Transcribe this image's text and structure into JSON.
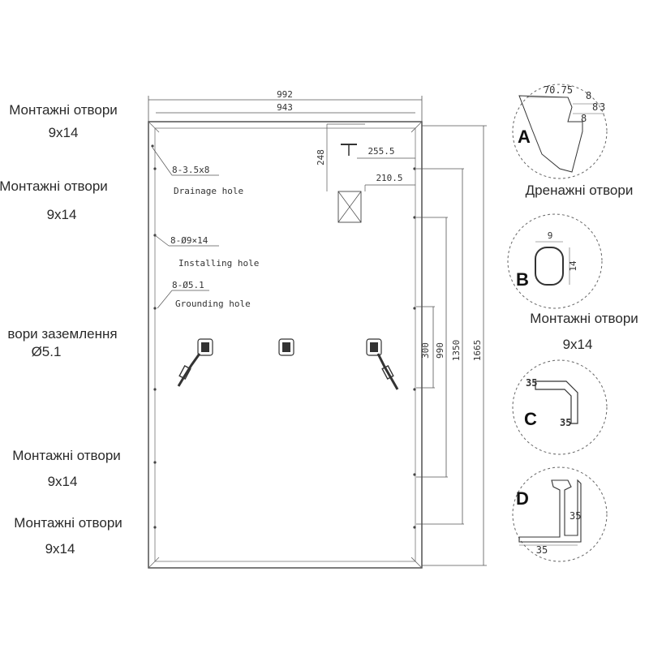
{
  "left_labels": [
    {
      "title": "Монтажні отвори",
      "sub": "9x14"
    },
    {
      "title": "Монтажні отвори",
      "sub": "9x14"
    },
    {
      "title": "вори заземлення",
      "sub": "Ø5.1"
    },
    {
      "title": "Монтажні отвори",
      "sub": "9x14"
    },
    {
      "title": "Монтажні отвори",
      "sub": "9x14"
    }
  ],
  "panel": {
    "width_outer": "992",
    "width_inner": "943",
    "height_total": "1665",
    "dim_1350": "1350",
    "dim_990": "990",
    "dim_300": "300",
    "dim_248": "248",
    "dim_255": "255.5",
    "dim_210": "210.5",
    "drainage_count": "8-3.5x8",
    "drainage_label": "Drainage hole",
    "installing_count": "8-Ø9×14",
    "installing_label": "Installing hole",
    "grounding_count": "8-Ø5.1",
    "grounding_label": "Grounding hole"
  },
  "details": {
    "a": {
      "letter": "A",
      "dim1": "70.75",
      "dim2": "8",
      "dim3": "8",
      "dim4": "3",
      "dim5": "8",
      "caption": "Дренажні отвори"
    },
    "b": {
      "letter": "B",
      "dim_w": "9",
      "dim_h": "14",
      "caption_title": "Монтажні отвори",
      "caption_sub": "9x14"
    },
    "c": {
      "letter": "C",
      "dim1": "35",
      "dim2": "35"
    },
    "d": {
      "letter": "D",
      "dim1": "35",
      "dim2": "35"
    }
  }
}
